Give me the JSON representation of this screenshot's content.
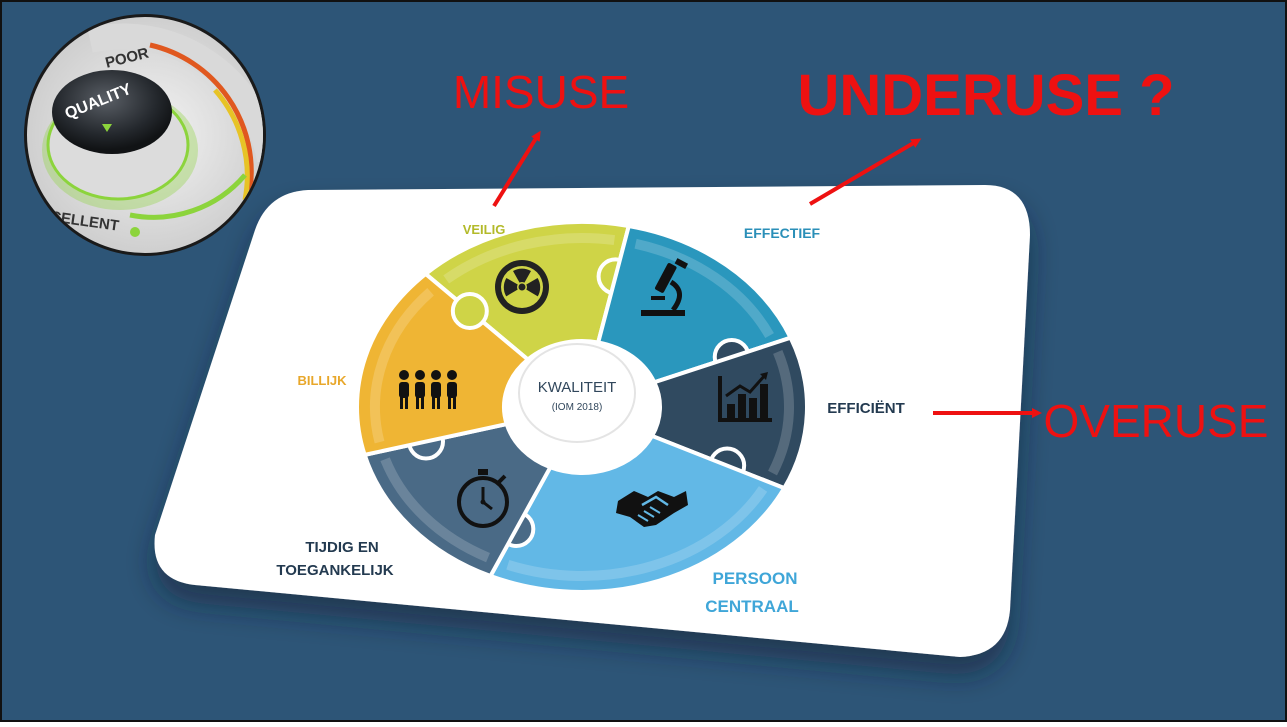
{
  "slide": {
    "background": "#2d5577",
    "border": "#111111"
  },
  "quality_dial": {
    "knob_label": "QUALITY",
    "scale_top": "POOR",
    "scale_bottom": "EXCELLENT",
    "glow_color": "#8cd43c"
  },
  "annotations": {
    "misuse": "MISUSE",
    "underuse": "UNDERUSE ?",
    "overuse": "OVERUSE",
    "color": "#ee1111"
  },
  "diagram": {
    "center_title": "KWALITEIT",
    "center_subtitle": "(IOM 2018)",
    "segments": [
      {
        "key": "veilig",
        "label_lines": [
          "VEILIG"
        ],
        "icon": "radiation-icon",
        "color": "#cfd447",
        "label_color": "#b3ba2a"
      },
      {
        "key": "effectief",
        "label_lines": [
          "EFFECTIEF"
        ],
        "icon": "microscope-icon",
        "color": "#2a97bd",
        "label_color": "#2a8fb8"
      },
      {
        "key": "efficient",
        "label_lines": [
          "EFFICIËNT"
        ],
        "icon": "bar-chart-icon",
        "color": "#304a60",
        "label_color": "#233a50"
      },
      {
        "key": "persoon-centraal",
        "label_lines": [
          "PERSOON",
          "CENTRAAL"
        ],
        "icon": "handshake-icon",
        "color": "#62b8e6",
        "label_color": "#3fa6d8"
      },
      {
        "key": "tijdig",
        "label_lines": [
          "TIJDIG EN",
          "TOEGANKELIJK"
        ],
        "icon": "stopwatch-icon",
        "color": "#4a6a86",
        "label_color": "#233a50"
      },
      {
        "key": "billijk",
        "label_lines": [
          "BILLIJK"
        ],
        "icon": "people-icon",
        "color": "#efb534",
        "label_color": "#e8a72a"
      }
    ]
  }
}
